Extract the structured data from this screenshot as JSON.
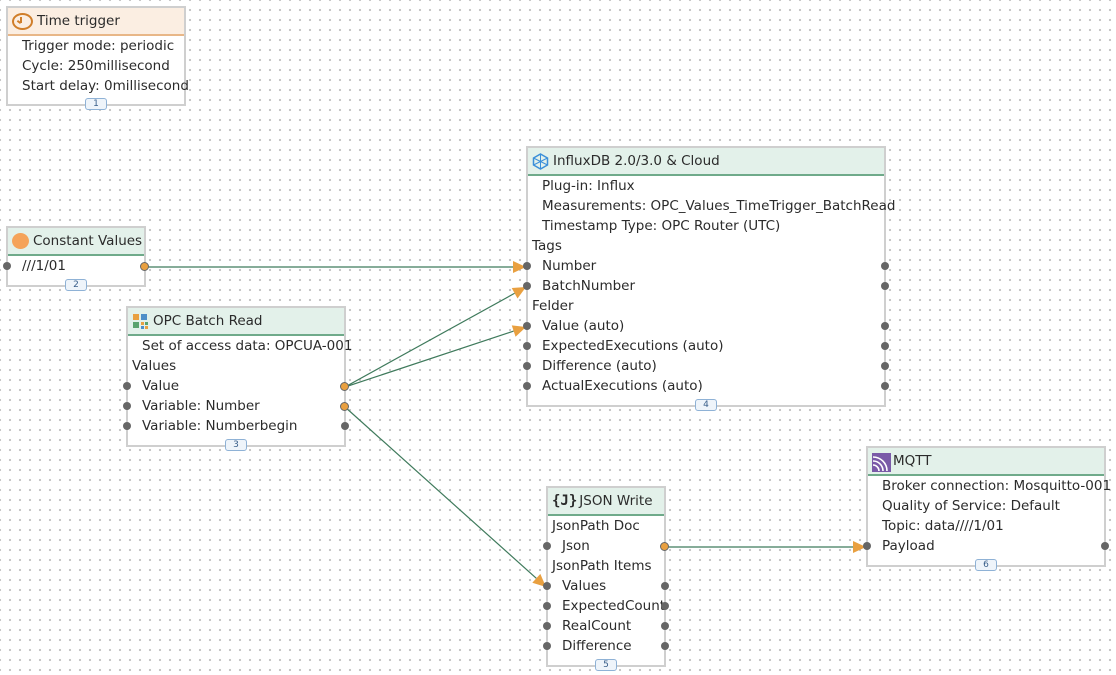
{
  "colors": {
    "wire": "#3f7a5c",
    "arrow": "#e9a040",
    "port": "#666666"
  },
  "nodes": {
    "time_trigger": {
      "icon": "clock-icon",
      "title": "Time trigger",
      "rows": [
        "Trigger mode: periodic",
        "Cycle: 250millisecond",
        "Start delay: 0millisecond"
      ],
      "badge": "1"
    },
    "constant_values": {
      "icon": "orange-circle-icon",
      "title": "Constant Values",
      "rows": [
        "///1/01"
      ],
      "badge": "2"
    },
    "opc_batch_read": {
      "icon": "opc-grid-icon",
      "title": "OPC Batch Read",
      "rows": [
        "Set of access data: OPCUA-001",
        "Values",
        "Value",
        "Variable: Number",
        "Variable: Numberbegin"
      ],
      "badge": "3"
    },
    "influxdb": {
      "icon": "influxdb-icon",
      "title": "InfluxDB 2.0/3.0 & Cloud",
      "rows": [
        "Plug-in: Influx",
        "Measurements: OPC_Values_TimeTrigger_BatchRead",
        "Timestamp Type: OPC Router (UTC)",
        "Tags",
        "Number",
        "BatchNumber",
        "Felder",
        "Value (auto)",
        "ExpectedExecutions (auto)",
        "Difference (auto)",
        "ActualExecutions (auto)"
      ],
      "badge": "4"
    },
    "json_write": {
      "icon": "json-icon",
      "icon_text": "{J}",
      "title": "JSON Write",
      "rows": [
        "JsonPath Doc",
        "Json",
        "JsonPath Items",
        "Values",
        "ExpectedCount",
        "RealCount",
        "Difference"
      ],
      "badge": "5"
    },
    "mqtt": {
      "icon": "mqtt-icon",
      "title": "MQTT",
      "rows": [
        "Broker connection: Mosquitto-001",
        "Quality of Service: Default",
        "Topic: data////1/01",
        "Payload"
      ],
      "badge": "6"
    }
  }
}
